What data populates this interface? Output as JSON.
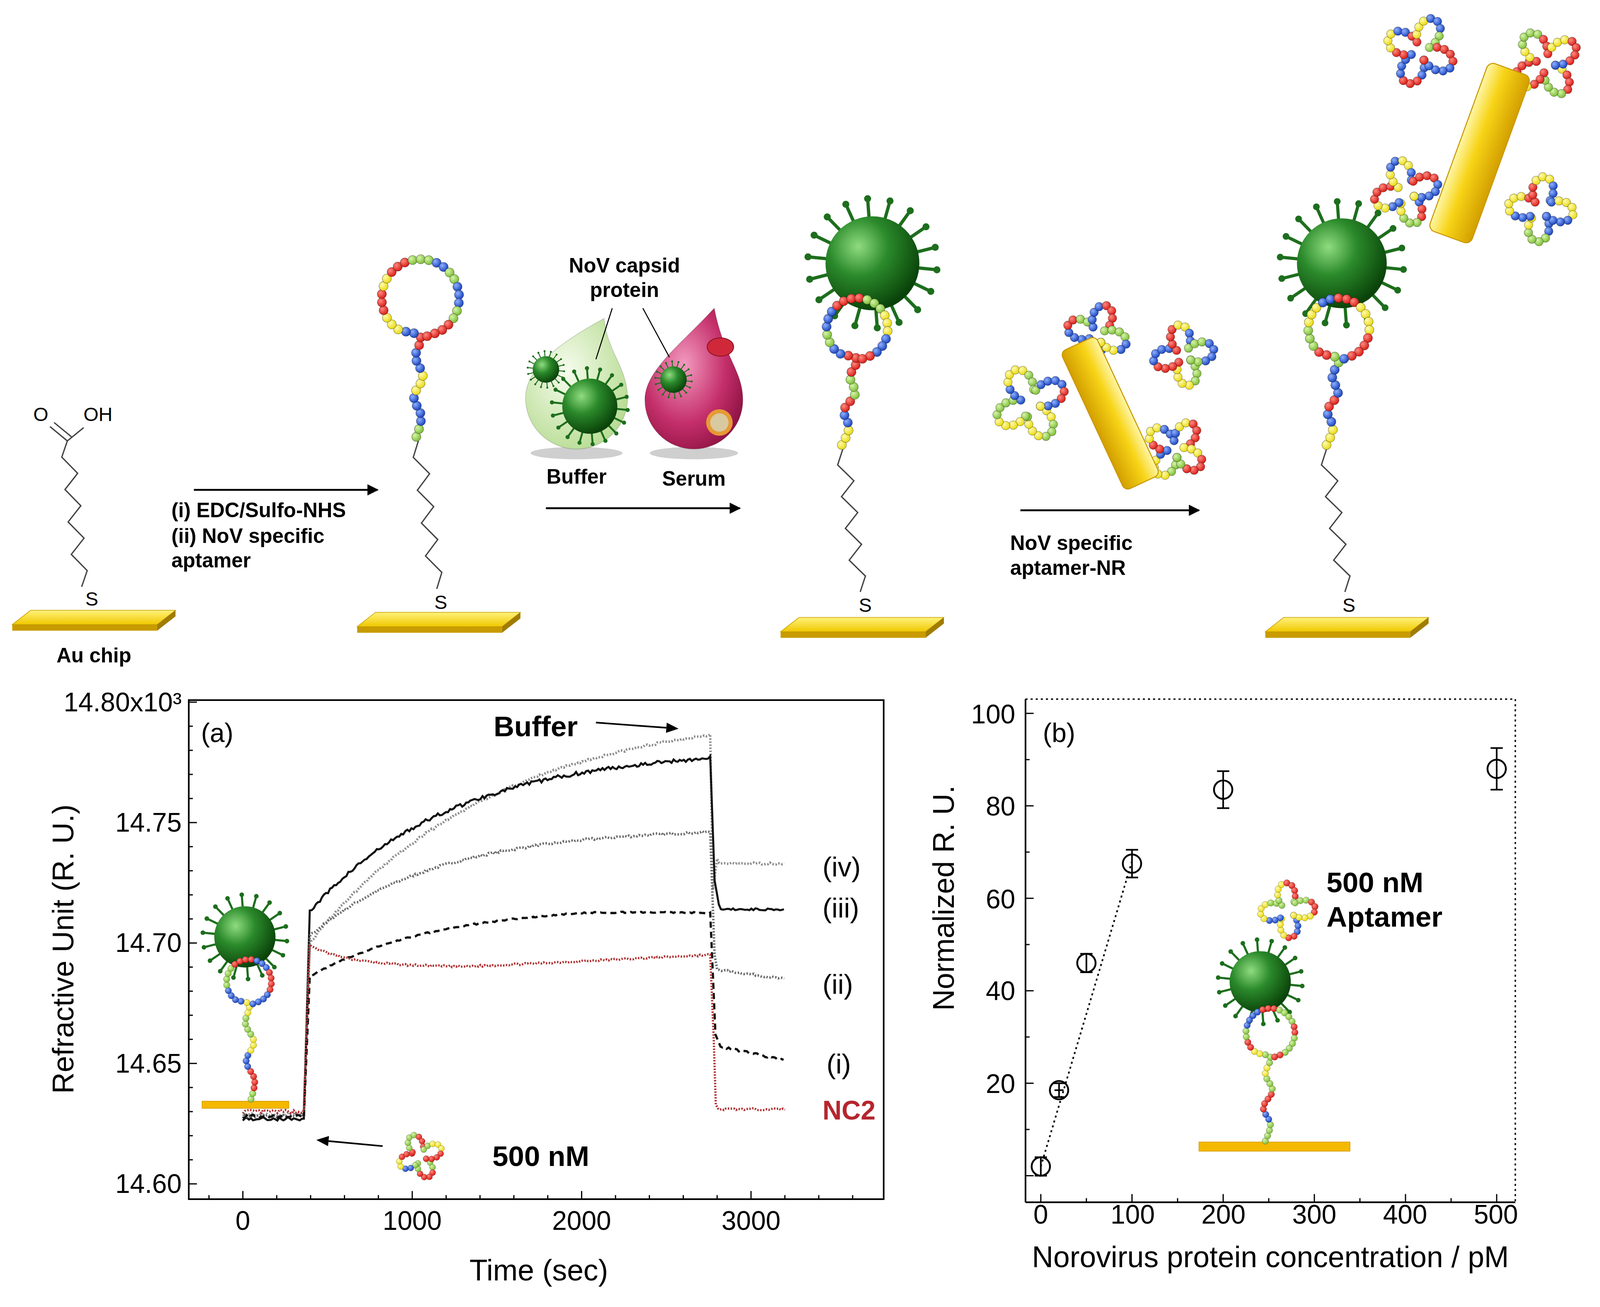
{
  "diagram": {
    "nodes": [
      {
        "text": [
          "O",
          "OH",
          "S",
          "Au chip"
        ]
      },
      {
        "text": [
          "S"
        ]
      },
      {
        "text": [
          "Buffer"
        ]
      },
      {
        "text": [
          "Serum"
        ]
      },
      {
        "text": [
          "S"
        ]
      },
      {
        "text": [
          "S"
        ]
      }
    ],
    "edges": [
      {
        "from": 0,
        "to": 1,
        "arrow": "to",
        "label": "(i) EDC/Sulfo-NHS"
      },
      {
        "from": 1,
        "to": 4,
        "arrow": "to"
      },
      {
        "from": 4,
        "to": 5,
        "arrow": "to",
        "label": "NoV specific aptamer-NR"
      }
    ],
    "labels": [
      "(ii) NoV specific aptamer",
      "NoV capsid protein",
      "(a)",
      "14.80x10³",
      "14.75",
      "14.70",
      "14.65",
      "14.60",
      "0",
      "1000",
      "2000",
      "3000",
      "Refractive Unit (R. U.)",
      "Time (sec)",
      "Buffer",
      "500 nM",
      "(iv)",
      "(iii)",
      "(ii)",
      "(i)",
      "NC2",
      "(b)",
      "100",
      "80",
      "60",
      "40",
      "20",
      "0",
      "100",
      "200",
      "300",
      "400",
      "500",
      "Normalized R. U.",
      "Norovirus protein concentration / pM",
      "500 nM Aptamer"
    ]
  }
}
